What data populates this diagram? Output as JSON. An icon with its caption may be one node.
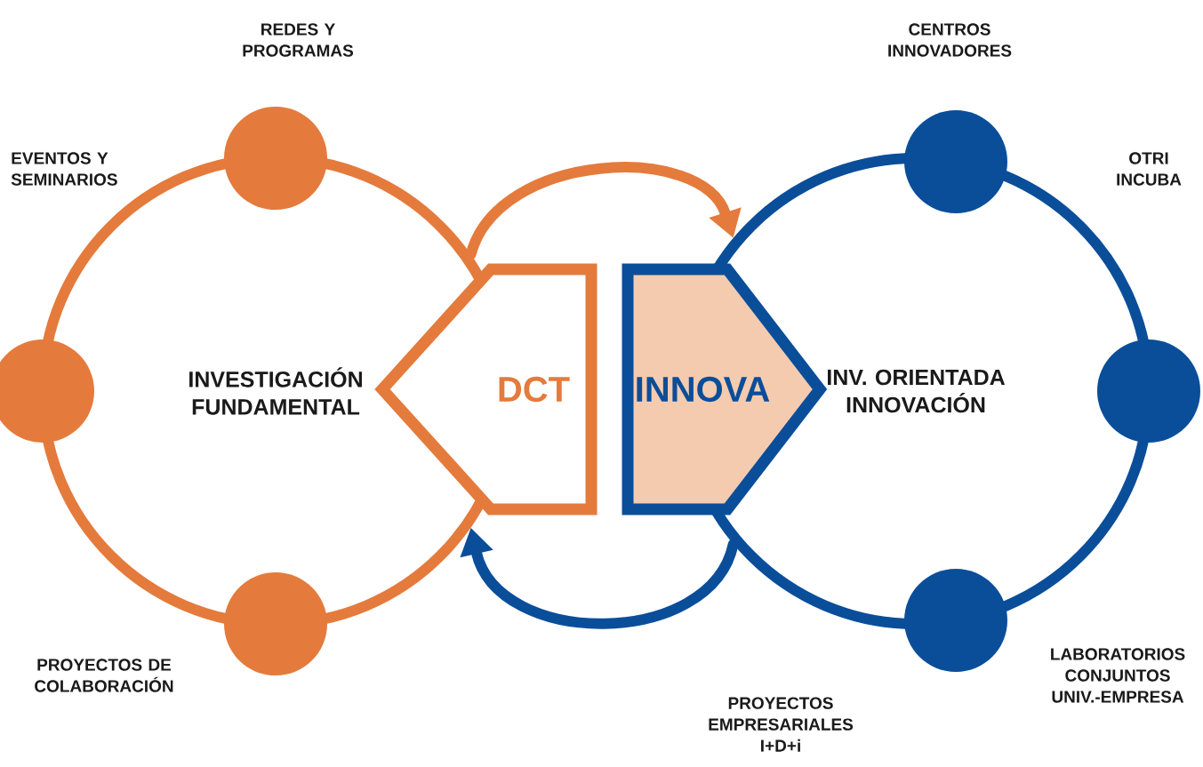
{
  "diagram": {
    "nodes": [
      {
        "text": [
          "INVESTIGACIÓN FUNDAMENTAL"
        ]
      },
      {
        "text": [],
        "shape": "circle"
      },
      {
        "text": [],
        "shape": "circle"
      },
      {
        "text": [],
        "shape": "circle"
      },
      {
        "text": [
          "DCT"
        ]
      },
      {
        "text": [
          "INNOVA"
        ]
      },
      {
        "text": [
          "INV. ORIENTADA INNOVACIÓN"
        ]
      },
      {
        "text": [],
        "shape": "circle"
      },
      {
        "text": [],
        "shape": "circle"
      },
      {
        "text": [],
        "shape": "circle"
      }
    ],
    "edges": [
      {
        "from": 0,
        "to": 6,
        "arrow": "to",
        "color": "#e47b3c"
      },
      {
        "from": 6,
        "to": 0,
        "arrow": "to",
        "color": "#0a4e9a"
      }
    ],
    "labels": [
      "REDES Y PROGRAMAS",
      "CENTROS INNOVADORES",
      "EVENTOS Y SEMINARIOS",
      "OTRI INCUBA",
      "PROYECTOS DE COLABORACIÓN",
      "LABORATORIOS CONJUNTOS UNIV.-EMPRESA",
      "PROYECTOS EMPRESARIALES I+D+i"
    ]
  }
}
